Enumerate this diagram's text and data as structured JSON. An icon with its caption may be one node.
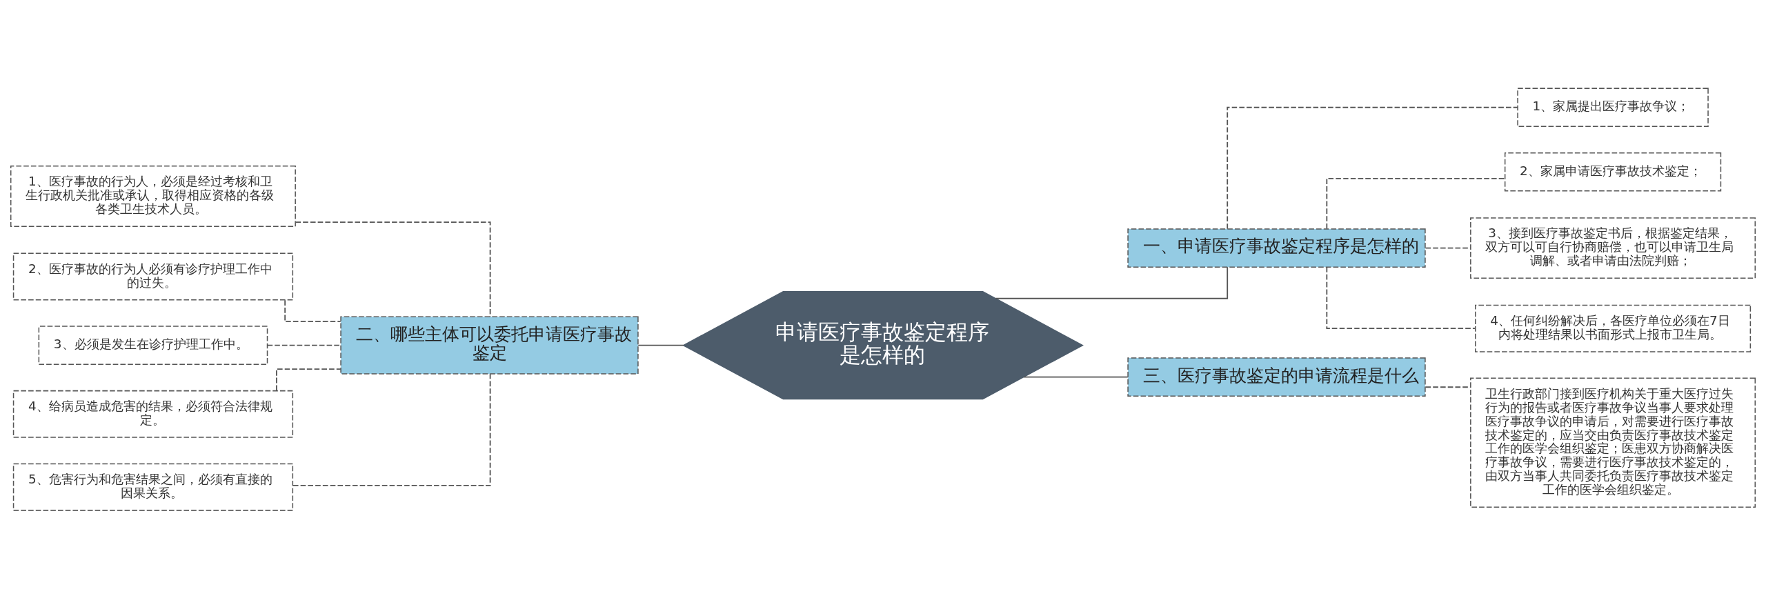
{
  "diagram": {
    "nodes": [
      {
        "text": [
          "申请医疗事故鉴定程序是怎样的"
        ]
      },
      {
        "text": [
          "一、申请医疗事故鉴定程序是怎样的"
        ]
      },
      {
        "text": [
          "1、家属提出医疗事故争议；"
        ]
      },
      {
        "text": [
          "2、家属申请医疗事故技术鉴定；"
        ]
      },
      {
        "text": [
          "3、接到医疗事故鉴定书后，根据鉴定结果，双方可以可自行协商赔偿，也可以申请卫生局调解、或者申请由法院判赔；"
        ]
      },
      {
        "text": [
          "4、任何纠纷解决后，各医疗单位必须在7日内将处理结果以书面形式上报市卫生局。"
        ]
      },
      {
        "text": [
          "三、医疗事故鉴定的申请流程是什么"
        ]
      },
      {
        "text": [
          "卫生行政部门接到医疗机构关于重大医疗过失行为的报告或者医疗事故争议当事人要求处理医疗事故争议的申请后，对需要进行医疗事故技术鉴定的，应当交由负责医疗事故技术鉴定工作的医学会组织鉴定；医患双方协商解决医疗事故争议，需要进行医疗事故技术鉴定的，由双方当事人共同委托负责医疗事故技术鉴定工作的医学会组织鉴定。"
        ]
      },
      {
        "text": [
          "二、哪些主体可以委托申请医疗事故鉴定"
        ]
      },
      {
        "text": [
          "1、医疗事故的行为人，必须是经过考核和卫生行政机关批准或承认，取得相应资格的各级各类卫生技术人员。"
        ]
      },
      {
        "text": [
          "2、医疗事故的行为人必须有诊疗护理工作中的过失。"
        ]
      },
      {
        "text": [
          "3、必须是发生在诊疗护理工作中。"
        ]
      },
      {
        "text": [
          "4、给病员造成危害的结果，必须符合法律规定。"
        ]
      },
      {
        "text": [
          "5、危害行为和危害结果之间，必须有直接的因果关系。"
        ]
      }
    ],
    "edges": [
      {
        "from": 0,
        "to": 1,
        "arrow": "none"
      },
      {
        "from": 1,
        "to": 2,
        "arrow": "none",
        "style": "dashed"
      },
      {
        "from": 1,
        "to": 3,
        "arrow": "none",
        "style": "dashed"
      },
      {
        "from": 1,
        "to": 4,
        "arrow": "none",
        "style": "dashed"
      },
      {
        "from": 1,
        "to": 5,
        "arrow": "none",
        "style": "dashed"
      },
      {
        "from": 0,
        "to": 6,
        "arrow": "none"
      },
      {
        "from": 6,
        "to": 7,
        "arrow": "none",
        "style": "dashed"
      },
      {
        "from": 0,
        "to": 8,
        "arrow": "none"
      },
      {
        "from": 8,
        "to": 9,
        "arrow": "none",
        "style": "dashed"
      },
      {
        "from": 8,
        "to": 10,
        "arrow": "none",
        "style": "dashed"
      },
      {
        "from": 8,
        "to": 11,
        "arrow": "none",
        "style": "dashed"
      },
      {
        "from": 8,
        "to": 12,
        "arrow": "none",
        "style": "dashed"
      },
      {
        "from": 8,
        "to": 13,
        "arrow": "none",
        "style": "dashed"
      }
    ]
  }
}
